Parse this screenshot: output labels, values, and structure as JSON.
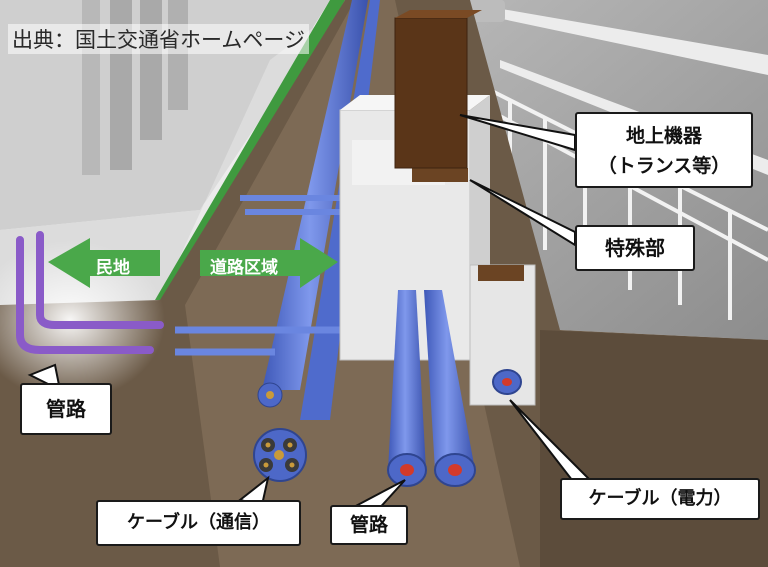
{
  "source_label": "出典：国土交通省ホームページ",
  "arrows": {
    "private_land": "民地",
    "road_area": "道路区域"
  },
  "callouts": {
    "ground_equipment_line1": "地上機器",
    "ground_equipment_line2": "（トランス等）",
    "special_section": "特殊部",
    "conduit_left": "管路",
    "cable_comm": "ケーブル（通信）",
    "conduit_center": "管路",
    "cable_power": "ケーブル（電力）"
  },
  "colors": {
    "soil": "#6b5a47",
    "pipe": "#5b78d6",
    "service_pipe": "#8a5bc8",
    "green_arrow": "#4aa84a",
    "transformer": "#5a3518",
    "power_core": "#d33a2a"
  }
}
